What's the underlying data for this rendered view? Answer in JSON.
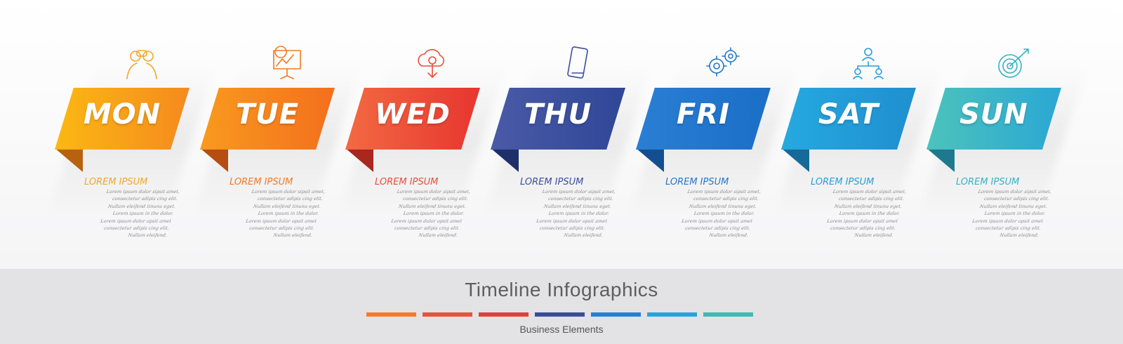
{
  "cards": [
    {
      "day": "MON",
      "title": "LOREM IPSUM",
      "icon": "handshake-people-icon",
      "color1": "#fbb813",
      "color2": "#f58a1e",
      "fold": "#b7620f",
      "title_color": "#f5a623"
    },
    {
      "day": "TUE",
      "title": "LOREM IPSUM",
      "icon": "presentation-board-icon",
      "color1": "#f99a1e",
      "color2": "#f36f1d",
      "fold": "#b64d12",
      "title_color": "#f37a20"
    },
    {
      "day": "WED",
      "title": "LOREM IPSUM",
      "icon": "cloud-download-icon",
      "color1": "#f36a42",
      "color2": "#e7352f",
      "fold": "#a8271f",
      "title_color": "#e94e38"
    },
    {
      "day": "THU",
      "title": "LOREM IPSUM",
      "icon": "smartphone-icon",
      "color1": "#4a5aa7",
      "color2": "#2f4797",
      "fold": "#1f2f6a",
      "title_color": "#3c4f9e"
    },
    {
      "day": "FRI",
      "title": "LOREM IPSUM",
      "icon": "gears-icon",
      "color1": "#2a7fd4",
      "color2": "#1b6ec6",
      "fold": "#134f90",
      "title_color": "#2277cc"
    },
    {
      "day": "SAT",
      "title": "LOREM IPSUM",
      "icon": "team-hierarchy-icon",
      "color1": "#26a9e0",
      "color2": "#1f8fd0",
      "fold": "#166a9a",
      "title_color": "#23a0da"
    },
    {
      "day": "SUN",
      "title": "LOREM IPSUM",
      "icon": "target-arrow-icon",
      "color1": "#4cc3bc",
      "color2": "#2aa7d4",
      "fold": "#1d7a8e",
      "title_color": "#35b2c4"
    }
  ],
  "body_lines": [
    "Lorem ipsum dolor sipsit amet,",
    "consectetur  adipis  cing  elit.",
    "Nullam  eleifend  tinunu  eget.",
    "Lorem ipsum in the dolor.",
    "Lorem ipsum dolor opsit amet",
    "consectetur  adipis  cing  elit.",
    "Nullam eleifend."
  ],
  "footer": {
    "title": "Timeline Infographics",
    "subtitle": "Business Elements",
    "swatches": [
      "#f47c2a",
      "#e8533a",
      "#e2403a",
      "#3b4d9a",
      "#2381d4",
      "#29a3dc",
      "#3fb9b1"
    ]
  }
}
